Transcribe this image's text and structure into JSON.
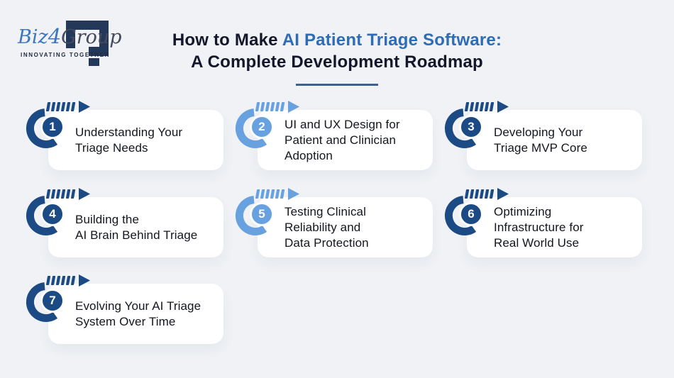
{
  "colors": {
    "background": "#f0f2f5",
    "card": "#ffffff",
    "text_dark": "#14161f",
    "title_dark": "#14162a",
    "title_accent": "#2e6cb6",
    "underline": "#3a6390",
    "badge_dark": "#1b4a85",
    "badge_light": "#68a1df",
    "logo_blue": "#3a77bc",
    "logo_gray": "#454a5c",
    "logo_navy": "#24395a"
  },
  "logo": {
    "brand_prefix": "Biz",
    "brand_numeral": "4",
    "brand_suffix": "Group",
    "tagline": "INNOVATING TOGETHER",
    "mark_icon": "square-bracket-mark"
  },
  "title": {
    "prefix": "How to Make ",
    "highlight": "AI Patient Triage Software:",
    "line2": "A Complete Development Roadmap"
  },
  "steps": [
    {
      "number": "1",
      "variant": "dark",
      "lines": [
        "Understanding Your",
        "Triage Needs"
      ]
    },
    {
      "number": "2",
      "variant": "light",
      "lines": [
        "UI and UX Design for",
        "Patient and Clinician",
        "Adoption"
      ]
    },
    {
      "number": "3",
      "variant": "dark",
      "lines": [
        "Developing Your",
        "Triage MVP Core"
      ]
    },
    {
      "number": "4",
      "variant": "dark",
      "lines": [
        "Building the",
        "AI Brain Behind Triage"
      ]
    },
    {
      "number": "5",
      "variant": "light",
      "lines": [
        "Testing Clinical",
        "Reliability and",
        "Data Protection"
      ]
    },
    {
      "number": "6",
      "variant": "dark",
      "lines": [
        "Optimizing",
        "Infrastructure for",
        "Real World Use"
      ]
    },
    {
      "number": "7",
      "variant": "dark",
      "lines": [
        "Evolving Your AI Triage",
        "System Over Time"
      ]
    }
  ]
}
